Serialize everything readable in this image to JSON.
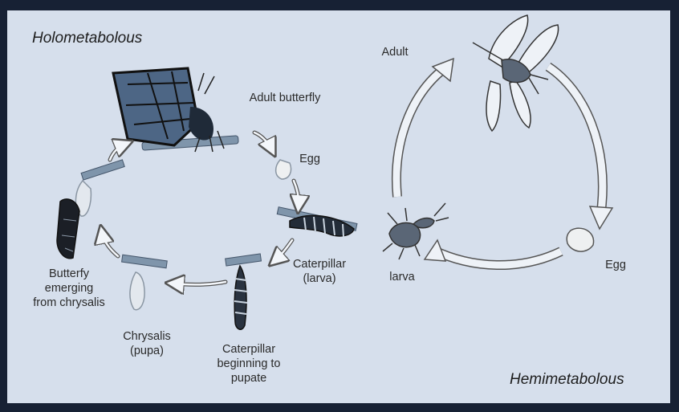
{
  "headings": {
    "holometabolous": "Holometabolous",
    "hemimetabolous": "Hemimetabolous"
  },
  "holometabolous_cycle": {
    "adult": "Adult butterfly",
    "egg": "Egg",
    "caterpillar": "Caterpillar\n(larva)",
    "pupating": "Caterpillar\nbeginning to\npupate",
    "chrysalis": "Chrysalis\n(pupa)",
    "emerging": "Butterfy\nemerging\nfrom chrysalis"
  },
  "hemimetabolous_cycle": {
    "adult": "Adult",
    "egg": "Egg",
    "larva": "larva"
  },
  "colors": {
    "frame": "#172134",
    "panel": "#d6dfec",
    "ink": "#2a2a2a"
  }
}
